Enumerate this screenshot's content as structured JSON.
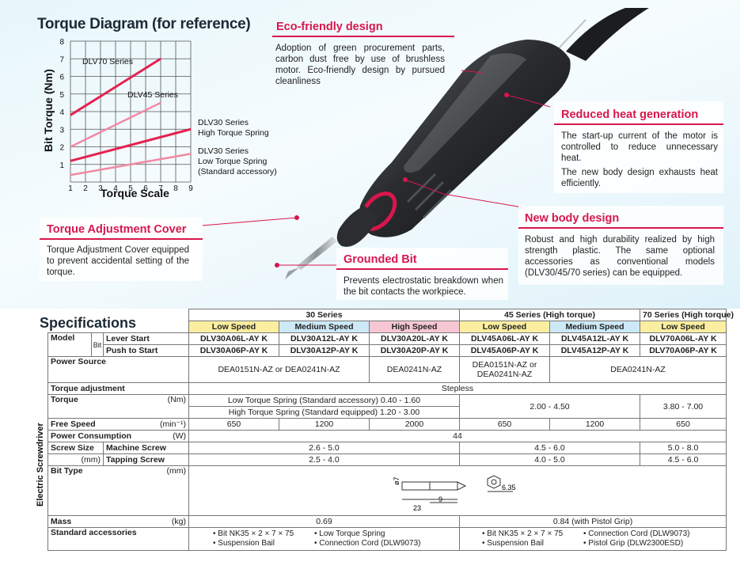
{
  "chart": {
    "title": "Torque Diagram (for reference)",
    "ylabel": "Bit Torque (Nm)",
    "xlabel": "Torque Scale",
    "yticks": [
      "8",
      "7",
      "6",
      "5",
      "4",
      "3",
      "2",
      "1"
    ],
    "xticks": [
      "1",
      "2",
      "3",
      "4",
      "5",
      "6",
      "7",
      "8",
      "9"
    ],
    "labels": {
      "dlv70": "DLV70 Series",
      "dlv45": "DLV45 Series",
      "dlv30_high_1": "DLV30 Series",
      "dlv30_high_2": "High Torque Spring",
      "dlv30_low_1": "DLV30 Series",
      "dlv30_low_2": "Low Torque Spring",
      "dlv30_low_3": "(Standard accessory)"
    },
    "colors": {
      "strong": "#e4234f",
      "light": "#f08aa2"
    }
  },
  "chart_data": {
    "type": "line",
    "title": "Torque Diagram (for reference)",
    "xlabel": "Torque Scale",
    "ylabel": "Bit Torque (Nm)",
    "xlim": [
      1,
      9
    ],
    "ylim": [
      0,
      8
    ],
    "grid": true,
    "series": [
      {
        "name": "DLV70 Series",
        "x": [
          1,
          7
        ],
        "y": [
          3.8,
          7.0
        ]
      },
      {
        "name": "DLV45 Series",
        "x": [
          1,
          7
        ],
        "y": [
          2.0,
          4.5
        ]
      },
      {
        "name": "DLV30 Series High Torque Spring",
        "x": [
          1,
          9
        ],
        "y": [
          1.2,
          3.0
        ]
      },
      {
        "name": "DLV30 Series Low Torque Spring (Standard accessory)",
        "x": [
          1,
          9
        ],
        "y": [
          0.4,
          1.6
        ]
      }
    ]
  },
  "features": {
    "eco": {
      "title": "Eco-friendly design",
      "text": "Adoption of green procurement parts, carbon dust free by use of brushless motor. Eco-friendly design by pursued cleanliness"
    },
    "heat": {
      "title": "Reduced heat generation",
      "text1": "The start-up current of the motor is controlled to reduce unnecessary heat.",
      "text2": "The new body design exhausts heat efficiently."
    },
    "cover": {
      "title": "Torque Adjustment Cover",
      "text": "Torque Adjustment Cover equipped to prevent accidental setting of the torque."
    },
    "bit": {
      "title": "Grounded Bit",
      "text": "Prevents electrostatic breakdown when the bit contacts the workpiece."
    },
    "body": {
      "title": "New body design",
      "text": "Robust and high durability realized by high strength plastic. The same optional accessories as conventional models (DLV30/45/70 series) can be equipped."
    }
  },
  "specs": {
    "title": "Specifications",
    "side": "Electric Screwdriver",
    "series": [
      "30 Series",
      "45 Series (High torque)",
      "70 Series (High torque)"
    ],
    "speeds": [
      "Low Speed",
      "Medium Speed",
      "High Speed",
      "Low Speed",
      "Medium Speed",
      "Low Speed"
    ],
    "labels": {
      "model": "Model",
      "bit": "Bit",
      "lever": "Lever Start",
      "push": "Push to Start",
      "power_source": "Power Source",
      "torque_adj": "Torque adjustment",
      "torque": "Torque",
      "torque_unit": "(Nm)",
      "free_speed": "Free Speed",
      "free_speed_unit": "(min⁻¹)",
      "power_cons": "Power Consumption",
      "power_unit": "(W)",
      "screw_size": "Screw Size",
      "mm": "(mm)",
      "machine": "Machine Screw",
      "tapping": "Tapping Screw",
      "bit_type": "Bit Type",
      "bit_unit": "(mm)",
      "mass": "Mass",
      "mass_unit": "(kg)",
      "std_acc": "Standard accessories"
    },
    "k": "K",
    "lever_models": [
      "DLV30A06L-AY",
      "DLV30A12L-AY",
      "DLV30A20L-AY",
      "DLV45A06L-AY",
      "DLV45A12L-AY",
      "DLV70A06L-AY"
    ],
    "push_models": [
      "DLV30A06P-AY",
      "DLV30A12P-AY",
      "DLV30A20P-AY",
      "DLV45A06P-AY",
      "DLV45A12P-AY",
      "DLV70A06P-AY"
    ],
    "power_source": [
      "DEA0151N-AZ or DEA0241N-AZ",
      "DEA0241N-AZ",
      "DEA0151N-AZ or",
      "DEA0241N-AZ",
      "DEA0241N-AZ"
    ],
    "torque_adj": "Stepless",
    "torque30_low": "Low Torque Spring (Standard accessory) 0.40 - 1.60",
    "torque30_high": "High Torque Spring (Standard equipped) 1.20 - 3.00",
    "torque45": "2.00 - 4.50",
    "torque70": "3.80 - 7.00",
    "free_speed": [
      "650",
      "1200",
      "2000",
      "650",
      "1200",
      "650"
    ],
    "power_cons": "44",
    "machine": [
      "2.6 - 5.0",
      "4.5 - 6.0",
      "5.0 - 8.0"
    ],
    "tapping": [
      "2.5 - 4.0",
      "4.0 - 5.0",
      "4.5 - 6.0"
    ],
    "bit_dims": {
      "d": "ø7",
      "a": "23",
      "b": "9",
      "hex": "6.35"
    },
    "mass": [
      "0.69",
      "0.84 (with Pistol Grip)"
    ],
    "acc30": [
      "• Bit NK35 × 2 × 7 × 75",
      "• Low Torque Spring",
      "• Suspension Bail",
      "• Connection Cord (DLW9073)"
    ],
    "acc45": [
      "• Bit NK35 × 2 × 7 × 75",
      "• Connection Cord (DLW9073)",
      "• Suspension Bail",
      "• Pistol Grip (DLW2300ESD)"
    ]
  }
}
